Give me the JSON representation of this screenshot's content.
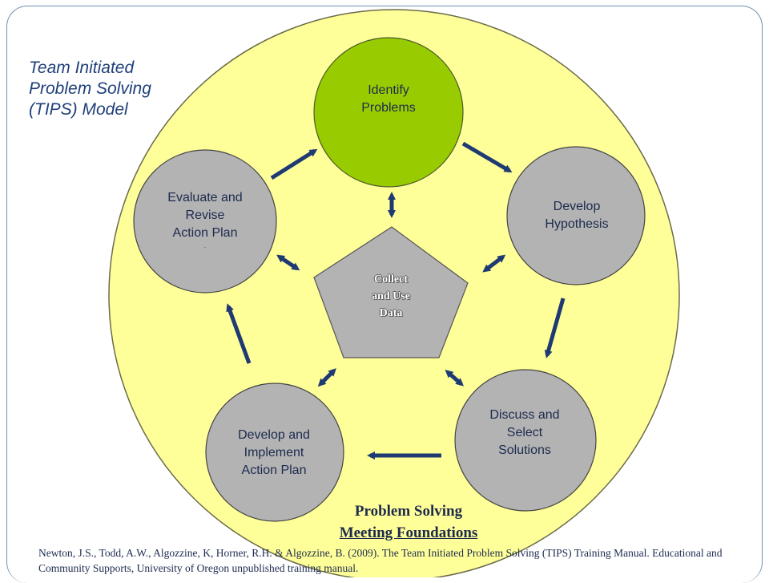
{
  "title": "Team Initiated Problem Solving (TIPS) Model",
  "center": {
    "line1": "Collect",
    "line2": "and Use",
    "line3": "Data"
  },
  "nodes": {
    "identify": {
      "line1": "Identify",
      "line2": "Problems"
    },
    "develop_hypothesis": {
      "line1": "Develop",
      "line2": "Hypothesis"
    },
    "discuss": {
      "line1": "Discuss and",
      "line2": "Select",
      "line3": "Solutions"
    },
    "implement": {
      "line1": "Develop and",
      "line2": "Implement",
      "line3": "Action Plan"
    },
    "evaluate": {
      "line1": "Evaluate and",
      "line2": "Revise",
      "line3": "Action Plan",
      "line4": "."
    }
  },
  "foundation": {
    "line1": "Problem Solving",
    "line2": "Meeting Foundations"
  },
  "citation": "Newton, J.S., Todd, A.W., Algozzine, K, Horner, R.H. & Algozzine, B. (2009). The Team Initiated Problem Solving (TIPS) Training Manual. Educational and Community Supports, University of Oregon unpublished training manual.",
  "colors": {
    "background_circle": "#ffff99",
    "identify_fill": "#99cc00",
    "node_fill": "#b3b3b3",
    "arrow": "#1f3a73",
    "frame": "#6f8fb0"
  }
}
